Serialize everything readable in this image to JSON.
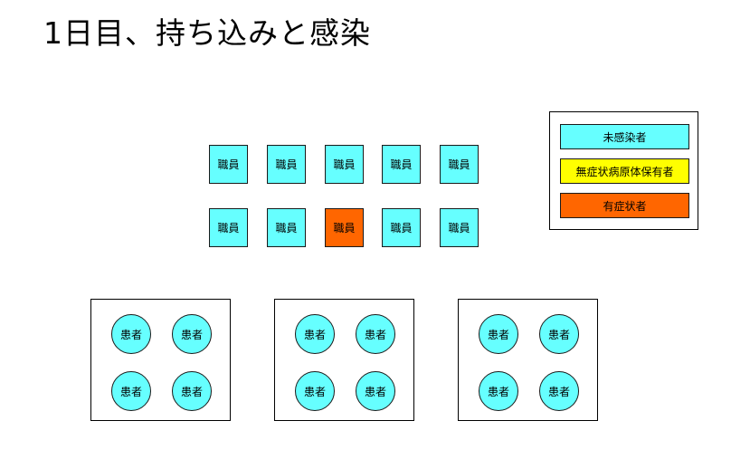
{
  "title": "1日目、持ち込みと感染",
  "colors": {
    "uninfected": "#66ffff",
    "asymptomatic_carrier": "#ffff00",
    "symptomatic": "#ff6600"
  },
  "legend": [
    {
      "label": "未感染者",
      "status": "uninfected"
    },
    {
      "label": "無症状病原体保有者",
      "status": "asymptomatic_carrier"
    },
    {
      "label": "有症状者",
      "status": "symptomatic"
    }
  ],
  "staff_rows": [
    [
      {
        "label": "職員",
        "status": "uninfected"
      },
      {
        "label": "職員",
        "status": "uninfected"
      },
      {
        "label": "職員",
        "status": "uninfected"
      },
      {
        "label": "職員",
        "status": "uninfected"
      },
      {
        "label": "職員",
        "status": "uninfected"
      }
    ],
    [
      {
        "label": "職員",
        "status": "uninfected"
      },
      {
        "label": "職員",
        "status": "uninfected"
      },
      {
        "label": "職員",
        "status": "symptomatic"
      },
      {
        "label": "職員",
        "status": "uninfected"
      },
      {
        "label": "職員",
        "status": "uninfected"
      }
    ]
  ],
  "rooms": [
    {
      "patients": [
        {
          "label": "患者",
          "status": "uninfected"
        },
        {
          "label": "患者",
          "status": "uninfected"
        },
        {
          "label": "患者",
          "status": "uninfected"
        },
        {
          "label": "患者",
          "status": "uninfected"
        }
      ]
    },
    {
      "patients": [
        {
          "label": "患者",
          "status": "uninfected"
        },
        {
          "label": "患者",
          "status": "uninfected"
        },
        {
          "label": "患者",
          "status": "uninfected"
        },
        {
          "label": "患者",
          "status": "uninfected"
        }
      ]
    },
    {
      "patients": [
        {
          "label": "患者",
          "status": "uninfected"
        },
        {
          "label": "患者",
          "status": "uninfected"
        },
        {
          "label": "患者",
          "status": "uninfected"
        },
        {
          "label": "患者",
          "status": "uninfected"
        }
      ]
    }
  ]
}
